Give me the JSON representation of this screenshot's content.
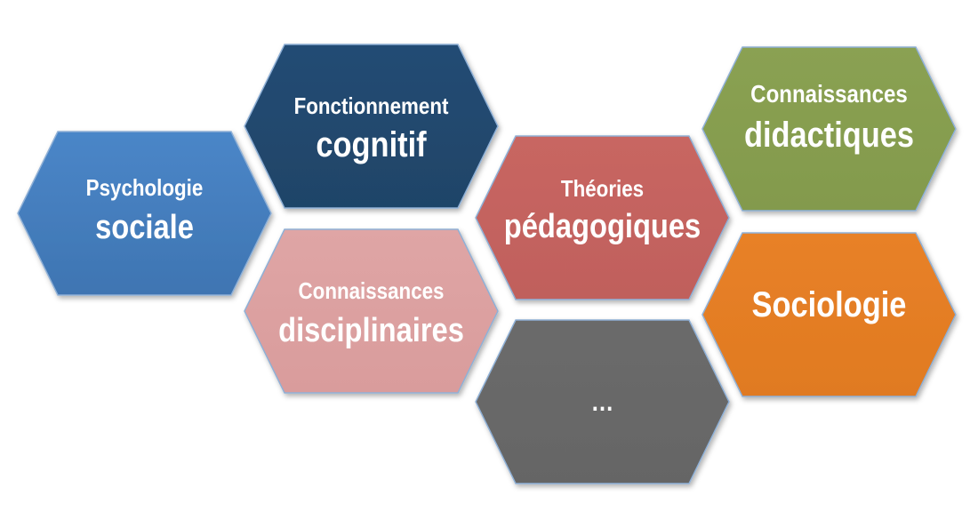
{
  "diagram": {
    "hexagons": [
      {
        "id": "psychologie-sociale",
        "lines": [
          "Psychologie",
          "sociale"
        ],
        "color": "#4a86c8",
        "color2": "#3f75b2"
      },
      {
        "id": "fonctionnement-cognitif",
        "lines": [
          "Fonctionnement",
          "cognitif"
        ],
        "color": "#234c74",
        "color2": "#1f4468"
      },
      {
        "id": "connaissances-disciplinaires",
        "lines": [
          "Connaissances",
          "disciplinaires"
        ],
        "color": "#dfa5a5",
        "color2": "#d99c9c"
      },
      {
        "id": "theories-pedagogiques",
        "lines": [
          "Théories",
          "pédagogiques"
        ],
        "color": "#c86662",
        "color2": "#c0605c"
      },
      {
        "id": "etc",
        "lines": [
          "…"
        ],
        "color": "#6b6b6b",
        "color2": "#656565"
      },
      {
        "id": "connaissances-didactiques",
        "lines": [
          "Connaissances",
          "didactiques"
        ],
        "color": "#8aa152",
        "color2": "#839a4d"
      },
      {
        "id": "sociologie",
        "lines": [
          "Sociologie"
        ],
        "color": "#e88127",
        "color2": "#e07a22"
      }
    ]
  }
}
